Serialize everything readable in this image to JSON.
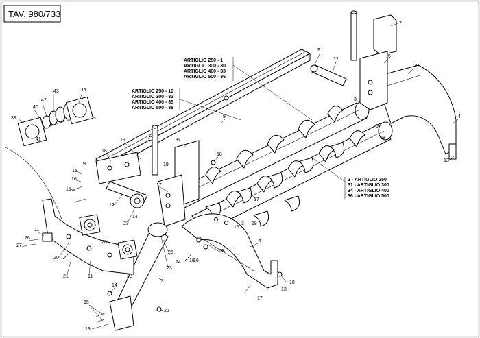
{
  "title_block": {
    "code": "TAV. 980/733"
  },
  "callout_sets": {
    "tines_upper": [
      "ARTIGLIO 250 -  1",
      "ARTIGLIO 300 - 30",
      "ARTIGLIO 400 - 33",
      "ARTIGLIO 500 - 36"
    ],
    "tines_left": [
      "ARTIGLIO 250 - 10",
      "ARTIGLIO 300 - 32",
      "ARTIGLIO 400 - 35",
      "ARTIGLIO 500 - 38"
    ],
    "tines_right": [
      "2   - ARTIGLIO 250",
      "31 - ARTIGLIO 300",
      "34 - ARTIGLIO 400",
      "36 - ARTIGLIO 500"
    ]
  },
  "part_numbers": [
    "7",
    "9",
    "12",
    "5",
    "29",
    "4",
    "13",
    "3",
    "6",
    "8",
    "44",
    "43",
    "42",
    "40",
    "39",
    "41",
    "18",
    "19",
    "9",
    "15",
    "16",
    "15",
    "9",
    "18",
    "12",
    "23",
    "14",
    "11",
    "26",
    "27",
    "28",
    "20",
    "21",
    "11",
    "28",
    "25",
    "24",
    "23",
    "16",
    "18",
    "4",
    "17",
    "19",
    "7",
    "15",
    "19",
    "22",
    "17",
    "13",
    "18",
    "14",
    "17",
    "5",
    "18",
    "16",
    "16",
    "18",
    "3",
    "9",
    "8"
  ]
}
